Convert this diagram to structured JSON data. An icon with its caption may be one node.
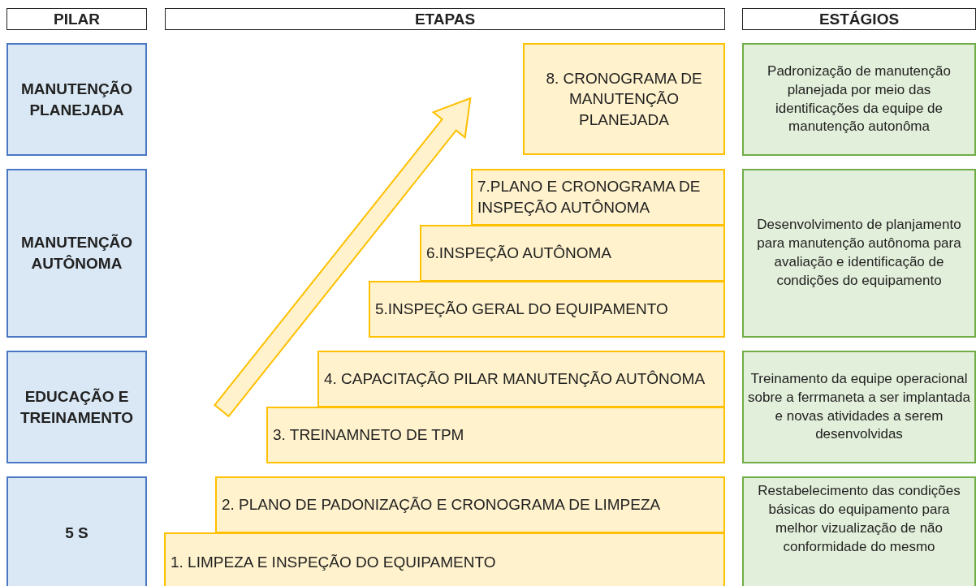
{
  "diagram": {
    "nodes": [
      {
        "text": [
          "PILAR"
        ]
      },
      {
        "text": [
          "ETAPAS"
        ]
      },
      {
        "text": [
          "ESTÁGIOS"
        ]
      },
      {
        "text": [
          "MANUTENÇÃO PLANEJADA"
        ]
      },
      {
        "text": [
          "8. CRONOGRAMA DE MANUTENÇÃO PLANEJADA"
        ]
      },
      {
        "text": [
          "Padronização de manutenção planejada por meio das identificações da equipe de manutenção autonôma"
        ]
      },
      {
        "text": [
          "MANUTENÇÃO AUTÔNOMA"
        ]
      },
      {
        "text": [
          "7.PLANO E CRONOGRAMA DE INSPEÇÃO AUTÔNOMA"
        ]
      },
      {
        "text": [
          "6.INSPEÇÃO AUTÔNOMA"
        ]
      },
      {
        "text": [
          "5.INSPEÇÃO GERAL DO EQUIPAMENTO"
        ]
      },
      {
        "text": [
          "Desenvolvimento de planjamento para manutenção autônoma para avaliação e identificação de condições do equipamento"
        ]
      },
      {
        "text": [
          "EDUCAÇÃO E TREINAMENTO"
        ]
      },
      {
        "text": [
          "4. CAPACITAÇÃO PILAR MANUTENÇÃO AUTÔNOMA"
        ]
      },
      {
        "text": [
          "3. TREINAMNETO DE TPM"
        ]
      },
      {
        "text": [
          "Treinamento da equipe operacional sobre a ferrmaneta a ser implantada e novas atividades a serem desenvolvidas"
        ]
      },
      {
        "text": [
          "5 S"
        ]
      },
      {
        "text": [
          "2. PLANO DE PADONIZAÇÃO E CRONOGRAMA DE LIMPEZA"
        ]
      },
      {
        "text": [
          "1. LIMPEZA E INSPEÇÃO DO EQUIPAMENTO"
        ]
      },
      {
        "text": [
          "Restabelecimento das condições básicas do equipamento para melhor vizualização de não conformidade do mesmo"
        ]
      }
    ]
  }
}
